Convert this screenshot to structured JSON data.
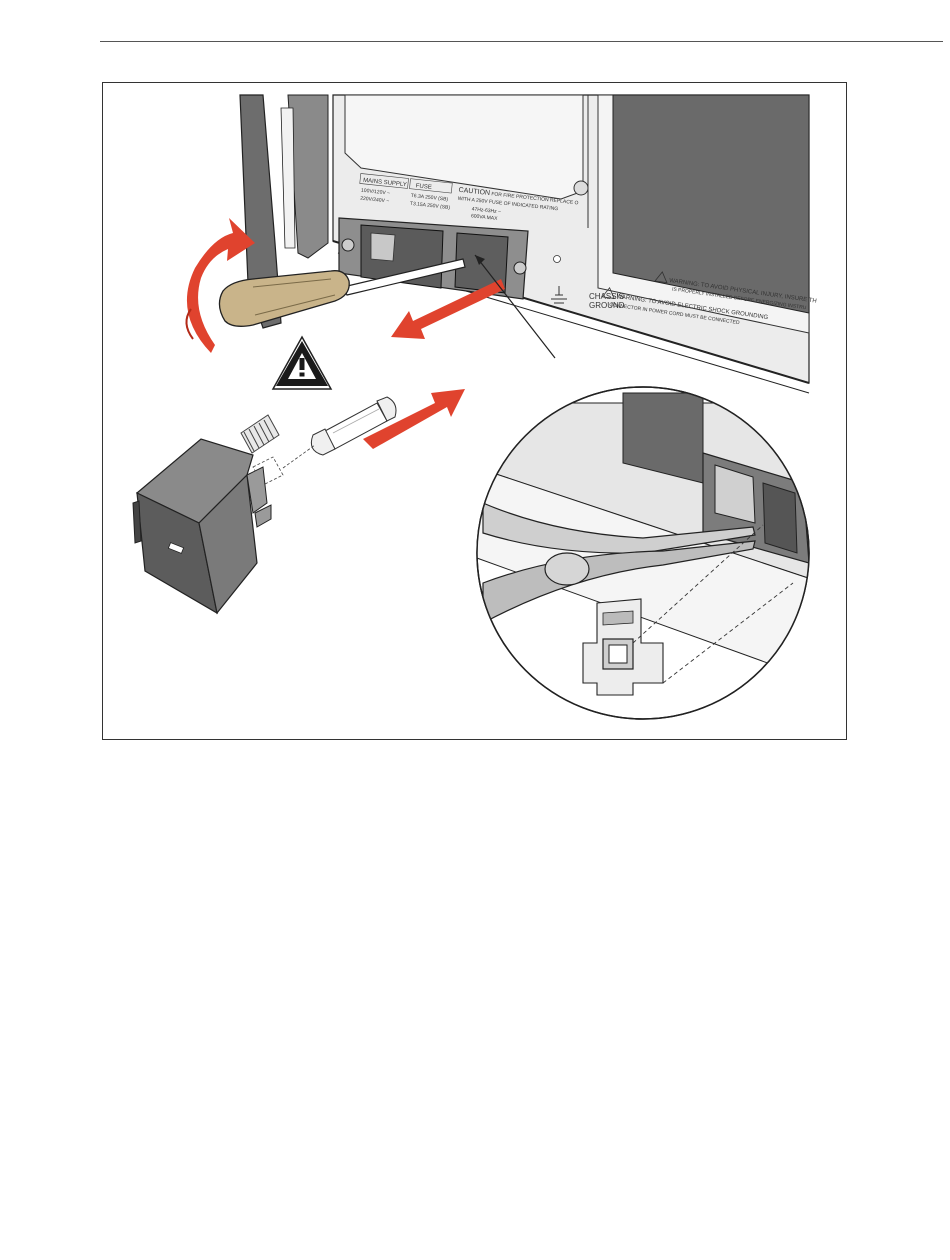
{
  "panel": {
    "mains_supply": "MAINS SUPPLY",
    "fuse": "FUSE",
    "voltage_row_1": "100V/120V ~",
    "voltage_row_2": "220V/240V ~",
    "fuse_rating_1": "T6.3A 250V (SB)",
    "fuse_rating_2": "T3.15A 250V (SB)",
    "caution_title": "CAUTION",
    "caution_line_1": "FOR FIRE PROTECTION REPLACE O",
    "caution_line_2": "WITH A 250V FUSE OF INDICATED RATING",
    "frequency": "47Hz-63Hz ~",
    "power": "600VA MAX",
    "chassis_line_1": "CHASSIS",
    "chassis_line_2": "GROUND",
    "warning_1_line_1": "WARNING:  TO AVOID PHYSICAL INJURY, INSURE TH",
    "warning_1_line_2": "IS PROPERLY INSTALLED BEFORE ENERGIZING INSTRU",
    "warning_2_line_1": "WARNING:  TO AVOID ELECTRIC SHOCK GROUNDING",
    "warning_2_line_2": "CONNECTOR IN POWER CORD MUST BE CONNECTED"
  },
  "colors": {
    "arrow_red": "#e0432e",
    "screwdriver_handle": "#c9b48a",
    "panel_gray": "#ebebeb",
    "dark_gray": "#666666"
  }
}
